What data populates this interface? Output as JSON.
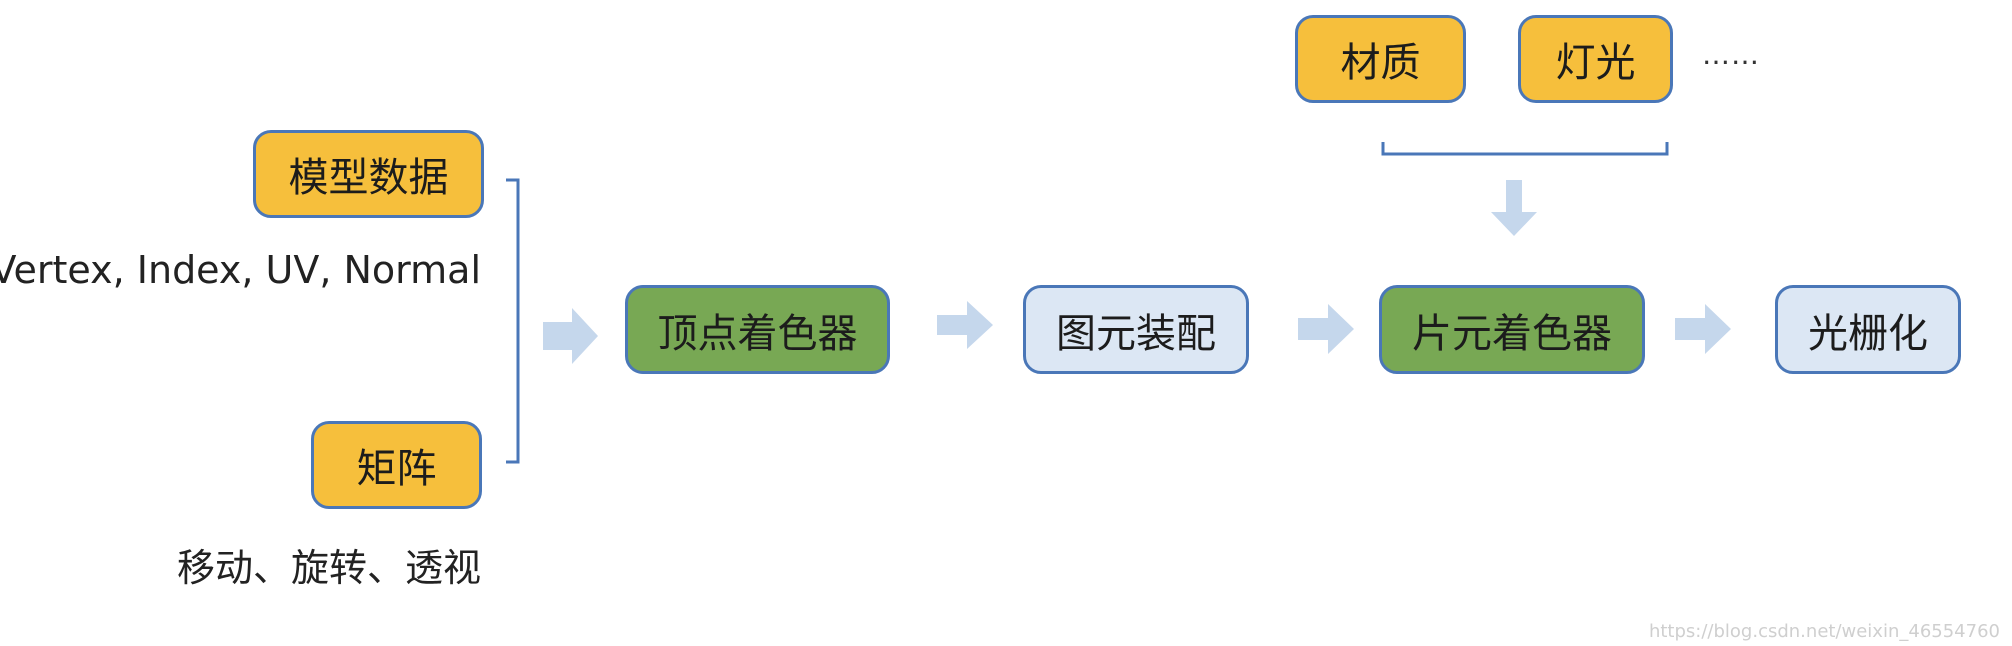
{
  "inputs": {
    "model_data": "模型数据",
    "model_data_caption": "Vertex, Index, UV, Normal",
    "matrix": "矩阵",
    "matrix_caption": "移动、旋转、透视"
  },
  "pipeline": {
    "vertex_shader": "顶点着色器",
    "primitive_assembly": "图元装配",
    "fragment_shader": "片元着色器",
    "rasterization": "光栅化"
  },
  "fragment_inputs": {
    "material": "材质",
    "light": "灯光",
    "more": "……"
  },
  "watermark": "https://blog.csdn.net/weixin_46554760",
  "colors": {
    "input_box": "#f6bf3c",
    "shader_box": "#78a854",
    "stage_box": "#dce7f4",
    "border": "#4a77b8",
    "arrow": "#c5d7ec"
  }
}
